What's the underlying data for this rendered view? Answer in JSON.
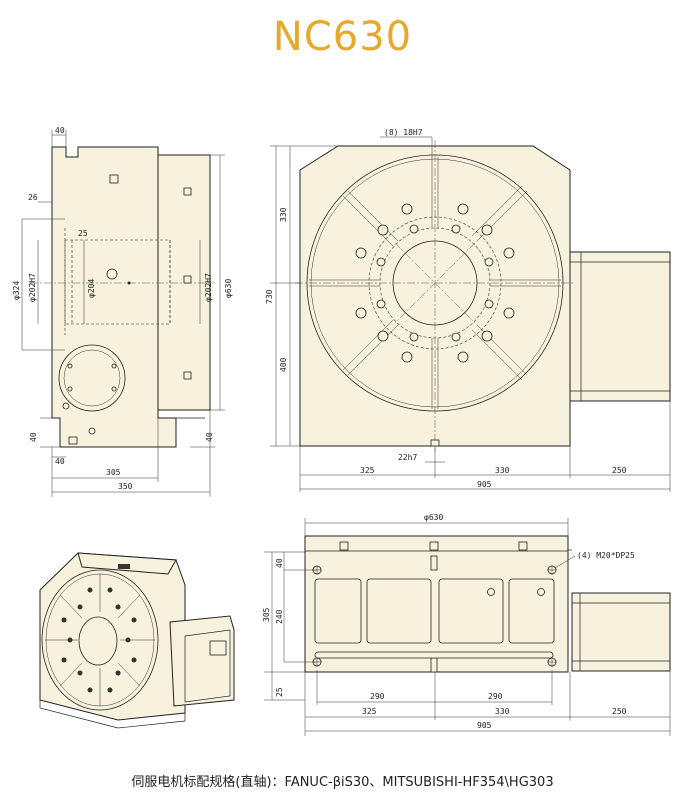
{
  "title": "NC630",
  "caption": "伺服电机标配规格(直轴)：FANUC-βiS30、MITSUBISHI-HF354\\HG303",
  "side_view": {
    "dims": {
      "top_40": "40",
      "d26": "26",
      "d25": "25",
      "phi324": "φ324",
      "phi202h7_left": "φ202H7",
      "phi204": "φ204",
      "phi202h7_right": "φ202H7",
      "phi630": "φ630",
      "left_40_a": "40",
      "right_40": "40",
      "bottom_40": "40",
      "d305": "305",
      "d350": "350"
    }
  },
  "front_view": {
    "dims": {
      "slot": "(8) 18H7",
      "d330": "330",
      "d730": "730",
      "d400": "400",
      "key": "22h7",
      "d325": "325",
      "d330_b": "330",
      "d250": "250",
      "d905": "905"
    }
  },
  "bottom_view": {
    "dims": {
      "phi630": "φ630",
      "tapped": "(4) M20*DP25",
      "d40": "40",
      "d305": "305",
      "d240": "240",
      "d25": "25",
      "d290_a": "290",
      "d290_b": "290",
      "d325": "325",
      "d330": "330",
      "d250": "250",
      "d905": "905"
    }
  }
}
